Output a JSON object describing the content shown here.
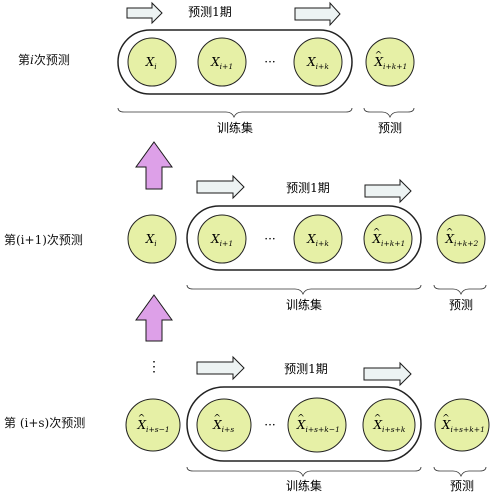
{
  "colors": {
    "node_fill": "#e6f0a6",
    "node_stroke": "#222222",
    "up_arrow_fill": "#dda0e8",
    "up_arrow_stroke": "#1a1a1a",
    "right_arrow_fill": "#edf3f3"
  },
  "rows": [
    {
      "label": "第 i 次预测",
      "label_html_parts": [
        "第",
        "i",
        "次预测"
      ],
      "period_label": "预测1期",
      "training_label": "训练集",
      "predict_label": "预测",
      "outside_nodes": [],
      "window_nodes": [
        {
          "base": "X",
          "hat": false,
          "sub": "i"
        },
        {
          "base": "X",
          "hat": false,
          "sub": "i+1"
        },
        {
          "dots": true
        },
        {
          "base": "X",
          "hat": false,
          "sub": "i+k"
        }
      ],
      "pred_node": {
        "base": "X",
        "hat": true,
        "sub": "i+k+1"
      }
    },
    {
      "label": "第(i+1)次预测",
      "period_label": "预测1期",
      "training_label": "训练集",
      "predict_label": "预测",
      "outside_nodes": [
        {
          "base": "X",
          "hat": false,
          "sub": "i"
        }
      ],
      "window_nodes": [
        {
          "base": "X",
          "hat": false,
          "sub": "i+1"
        },
        {
          "dots": true
        },
        {
          "base": "X",
          "hat": false,
          "sub": "i+k"
        },
        {
          "base": "X",
          "hat": true,
          "sub": "i+k+1"
        }
      ],
      "pred_node": {
        "base": "X",
        "hat": true,
        "sub": "i+k+2"
      }
    },
    {
      "label": "第 (i+s)次预测",
      "period_label": "预测1期",
      "training_label": "训练集",
      "predict_label": "预测",
      "outside_nodes": [
        {
          "base": "X",
          "hat": true,
          "sub": "i+s−1"
        }
      ],
      "window_nodes": [
        {
          "base": "X",
          "hat": true,
          "sub": "i+s"
        },
        {
          "dots": true
        },
        {
          "base": "X",
          "hat": true,
          "sub": "i+s+k−1"
        },
        {
          "base": "X",
          "hat": true,
          "sub": "i+s+k"
        }
      ],
      "pred_node": {
        "base": "X",
        "hat": true,
        "sub": "i+s+k+1"
      }
    }
  ],
  "ellipsis_vertical": "⋮",
  "ellipsis_horizontal": "···"
}
